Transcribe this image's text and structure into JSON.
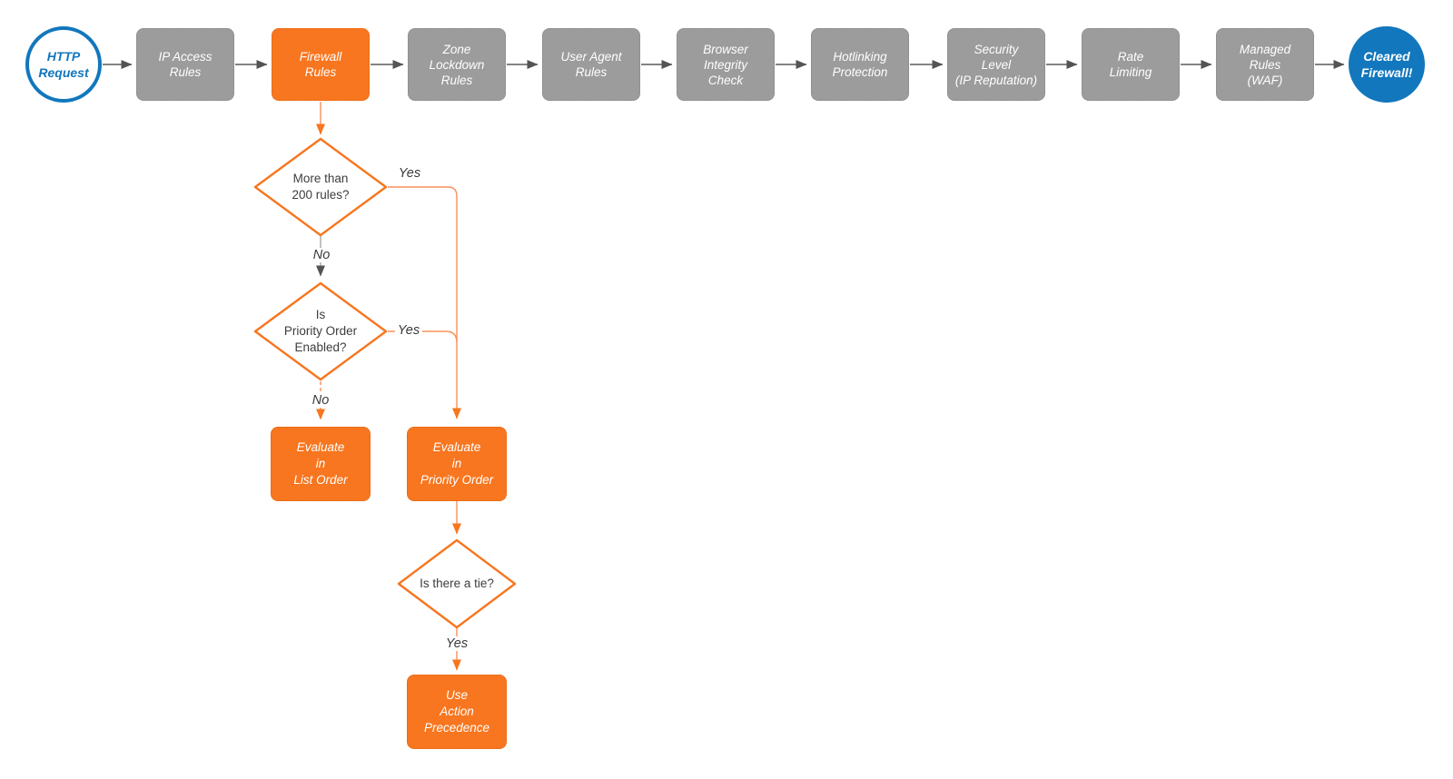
{
  "diagram": {
    "title_semantic": "Cloudflare firewall request evaluation flowchart",
    "start": {
      "label": "HTTP\nRequest"
    },
    "pipeline": [
      {
        "id": "ip-access-rules",
        "label": "IP Access\nRules",
        "state": "inactive"
      },
      {
        "id": "firewall-rules",
        "label": "Firewall\nRules",
        "state": "active"
      },
      {
        "id": "zone-lockdown-rules",
        "label": "Zone\nLockdown\nRules",
        "state": "inactive"
      },
      {
        "id": "user-agent-rules",
        "label": "User Agent\nRules",
        "state": "inactive"
      },
      {
        "id": "browser-integrity-check",
        "label": "Browser\nIntegrity\nCheck",
        "state": "inactive"
      },
      {
        "id": "hotlinking-protection",
        "label": "Hotlinking\nProtection",
        "state": "inactive"
      },
      {
        "id": "security-level",
        "label": "Security\nLevel\n(IP Reputation)",
        "state": "inactive"
      },
      {
        "id": "rate-limiting",
        "label": "Rate\nLimiting",
        "state": "inactive"
      },
      {
        "id": "managed-rules-waf",
        "label": "Managed\nRules\n(WAF)",
        "state": "inactive"
      }
    ],
    "end": {
      "label": "Cleared\nFirewall!"
    },
    "decisions": [
      {
        "id": "more-than-200-rules",
        "label": "More than\n200 rules?",
        "yes": "Yes",
        "no": "No"
      },
      {
        "id": "priority-order-enabled",
        "label": "Is\nPriority Order\nEnabled?",
        "yes": "Yes",
        "no": "No"
      },
      {
        "id": "is-there-a-tie",
        "label": "Is there a tie?",
        "yes": "Yes"
      }
    ],
    "actions": [
      {
        "id": "evaluate-in-list-order",
        "label": "Evaluate\nin\nList Order"
      },
      {
        "id": "evaluate-in-priority-order",
        "label": "Evaluate\nin\nPriority Order"
      },
      {
        "id": "use-action-precedence",
        "label": "Use\nAction\nPrecedence"
      }
    ],
    "colors": {
      "orange": "#f7761f",
      "blue": "#1277bd",
      "stage_gray": "#9c9c9c",
      "arrow_gray": "#545454",
      "text_on_fill": "#ffffff",
      "diamond_text": "#3d3d3d"
    }
  }
}
